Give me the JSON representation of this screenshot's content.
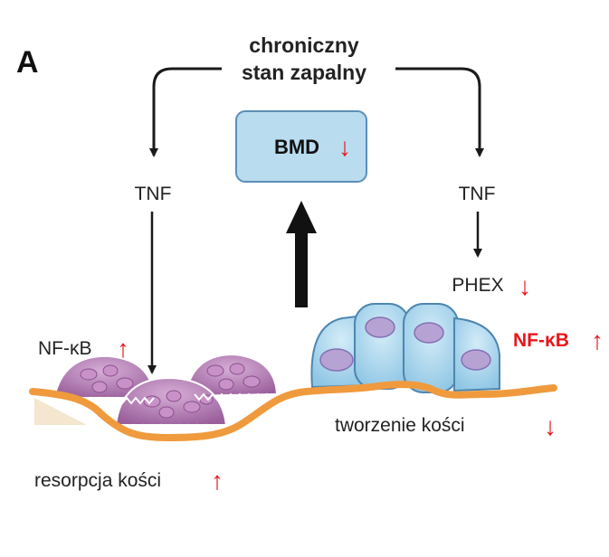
{
  "panel_letter": "A",
  "top_label": {
    "line1": "chroniczny",
    "line2": "stan zapalny"
  },
  "bmd_box": {
    "label": "BMD",
    "indicator": "↓"
  },
  "left_branch": {
    "cytokine": "TNF",
    "nfkb_label": "NF-κB",
    "nfkb_indicator": "↑"
  },
  "right_branch": {
    "cytokine": "TNF",
    "phex_label": "PHEX",
    "phex_indicator": "↓",
    "nfkb_label": "NF-κB",
    "nfkb_indicator": "↑"
  },
  "bottom_left": {
    "label": "resorpcja kości",
    "indicator": "↑"
  },
  "bottom_right": {
    "label": "tworzenie kości",
    "indicator": "↓"
  },
  "colors": {
    "arrow": "#1a1a1a",
    "up_down_red": "#e8161b",
    "bone_line": "#f09a3e",
    "box_fill": "#b9dcef",
    "box_stroke": "#5b8fb8",
    "osteoclast_fill": "#b27bb2",
    "osteoblast_fill": "#a9d6ef"
  }
}
